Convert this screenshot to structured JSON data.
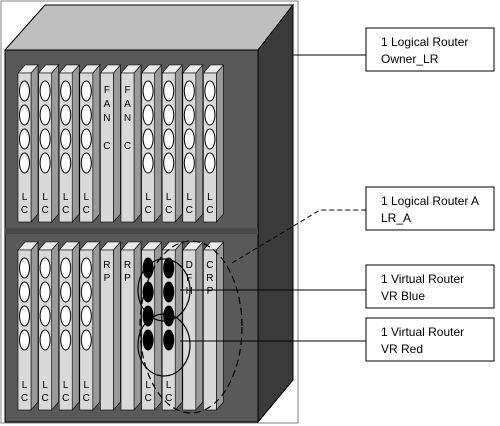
{
  "callouts": {
    "owner": {
      "line1": "1 Logical Router",
      "line2": "Owner_LR"
    },
    "lr_a": {
      "line1": "1 Logical Router A",
      "line2": "LR_A"
    },
    "vr_blue": {
      "line1": "1 Virtual Router",
      "line2": "VR Blue"
    },
    "vr_red": {
      "line1": "1 Virtual Router",
      "line2": "VR Red"
    }
  },
  "top_shelf": {
    "cards": [
      {
        "type": "lc",
        "label": "LC"
      },
      {
        "type": "lc",
        "label": "LC"
      },
      {
        "type": "lc",
        "label": "LC"
      },
      {
        "type": "lc",
        "label": "LC"
      },
      {
        "type": "fan",
        "label": "FAN C"
      },
      {
        "type": "fan",
        "label": "FAN C"
      },
      {
        "type": "lc",
        "label": "LC"
      },
      {
        "type": "lc",
        "label": "LC"
      },
      {
        "type": "lc",
        "label": "LC"
      },
      {
        "type": "lc",
        "label": "LC"
      }
    ]
  },
  "bottom_shelf": {
    "cards": [
      {
        "type": "lc",
        "label": "LC"
      },
      {
        "type": "lc",
        "label": "LC"
      },
      {
        "type": "lc",
        "label": "LC"
      },
      {
        "type": "lc",
        "label": "LC"
      },
      {
        "type": "rp",
        "label": "RP"
      },
      {
        "type": "rp",
        "label": "RP"
      },
      {
        "type": "lc_dark",
        "label": "LC"
      },
      {
        "type": "lc_dark",
        "label": "LC"
      },
      {
        "type": "dfh",
        "label": "DFH"
      },
      {
        "type": "crp",
        "label": "CRP"
      }
    ]
  },
  "colors": {
    "chassis_front": "#595959",
    "chassis_side": "#3a3a3a",
    "chassis_top": "#bfbfbf",
    "card_face": "#d9d9d9",
    "card_side": "#9a9a9a",
    "port_light": "#ffffff",
    "port_dark": "#000000"
  }
}
